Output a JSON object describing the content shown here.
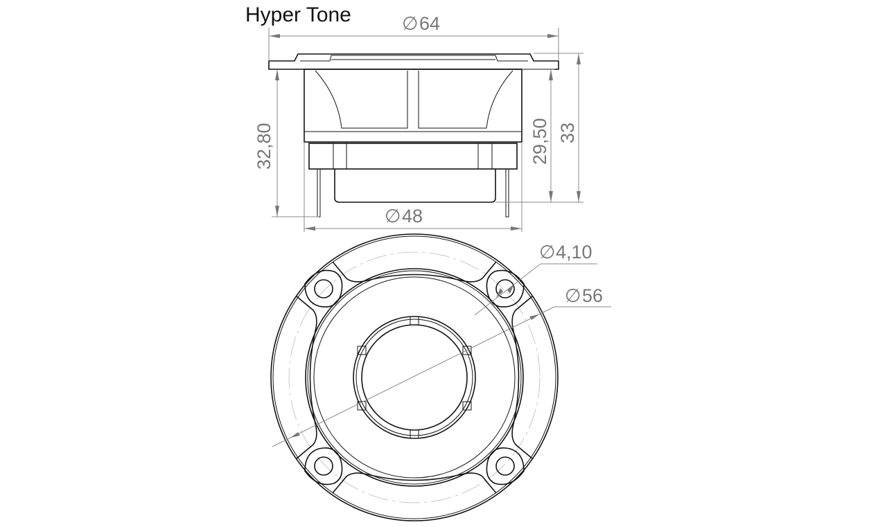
{
  "title": "Hyper Tone",
  "dimensions": {
    "outer_diameter": "64",
    "magnet_diameter": "48",
    "height_left": "32,80",
    "height_mid": "29,50",
    "height_total": "33",
    "hole_diameter": "4,10",
    "mount_circle_diameter": "56"
  },
  "diameter_symbol": "∅"
}
